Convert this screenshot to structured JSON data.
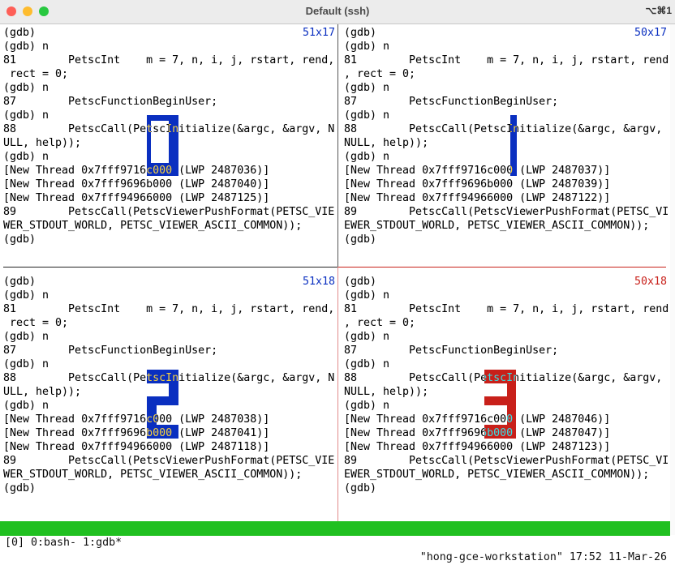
{
  "window": {
    "title": "Default (ssh)",
    "shortcut": "⌥⌘1"
  },
  "colors": {
    "pane_number_inactive": "#0a2fc0",
    "pane_number_active": "#c8201a",
    "status_bar": "#20c020"
  },
  "panes": [
    {
      "size": "51x17",
      "active": false,
      "number": "0",
      "lines": [
        "(gdb)",
        "(gdb) n",
        "81        PetscInt    m = 7, n, i, j, rstart, rend,",
        " rect = 0;",
        "(gdb) n",
        "87        PetscFunctionBeginUser;",
        "(gdb) n",
        "88        PetscCall(PetscInitialize(&argc, &argv, N",
        "ULL, help));",
        "(gdb) n",
        "[New Thread 0x7fff9716c000 (LWP 2487036)]",
        "[New Thread 0x7fff9696b000 (LWP 2487040)]",
        "[New Thread 0x7fff94966000 (LWP 2487125)]",
        "89        PetscCall(PetscViewerPushFormat(PETSC_VIE",
        "WER_STDOUT_WORLD, PETSC_VIEWER_ASCII_COMMON));",
        "(gdb)"
      ]
    },
    {
      "size": "50x17",
      "active": false,
      "number": "1",
      "lines": [
        "(gdb)",
        "(gdb) n",
        "81        PetscInt    m = 7, n, i, j, rstart, rend",
        ", rect = 0;",
        "(gdb) n",
        "87        PetscFunctionBeginUser;",
        "(gdb) n",
        "88        PetscCall(PetscInitialize(&argc, &argv,",
        "NULL, help));",
        "(gdb) n",
        "[New Thread 0x7fff9716c000 (LWP 2487037)]",
        "[New Thread 0x7fff9696b000 (LWP 2487039)]",
        "[New Thread 0x7fff94966000 (LWP 2487122)]",
        "89        PetscCall(PetscViewerPushFormat(PETSC_VI",
        "EWER_STDOUT_WORLD, PETSC_VIEWER_ASCII_COMMON));",
        "(gdb)"
      ]
    },
    {
      "size": "51x18",
      "active": false,
      "number": "2",
      "lines": [
        "(gdb)",
        "(gdb) n",
        "81        PetscInt    m = 7, n, i, j, rstart, rend,",
        " rect = 0;",
        "(gdb) n",
        "87        PetscFunctionBeginUser;",
        "(gdb) n",
        "88        PetscCall(PetscInitialize(&argc, &argv, N",
        "ULL, help));",
        "(gdb) n",
        "[New Thread 0x7fff9716c000 (LWP 2487038)]",
        "[New Thread 0x7fff9696b000 (LWP 2487041)]",
        "[New Thread 0x7fff94966000 (LWP 2487118)]",
        "89        PetscCall(PetscViewerPushFormat(PETSC_VIE",
        "WER_STDOUT_WORLD, PETSC_VIEWER_ASCII_COMMON));",
        "(gdb)"
      ]
    },
    {
      "size": "50x18",
      "active": true,
      "number": "3",
      "lines": [
        "(gdb)",
        "(gdb) n",
        "81        PetscInt    m = 7, n, i, j, rstart, rend",
        ", rect = 0;",
        "(gdb) n",
        "87        PetscFunctionBeginUser;",
        "(gdb) n",
        "88        PetscCall(PetscInitialize(&argc, &argv,",
        "NULL, help));",
        "(gdb) n",
        "[New Thread 0x7fff9716c000 (LWP 2487046)]",
        "[New Thread 0x7fff9696b000 (LWP 2487047)]",
        "[New Thread 0x7fff94966000 (LWP 2487123)]",
        "89        PetscCall(PetscViewerPushFormat(PETSC_VI",
        "EWER_STDOUT_WORLD, PETSC_VIEWER_ASCII_COMMON));",
        "(gdb)"
      ]
    }
  ],
  "status": {
    "left": "[0] 0:bash- 1:gdb*",
    "right": "\"hong-gce-workstation\" 17:52 11-Mar-26"
  }
}
